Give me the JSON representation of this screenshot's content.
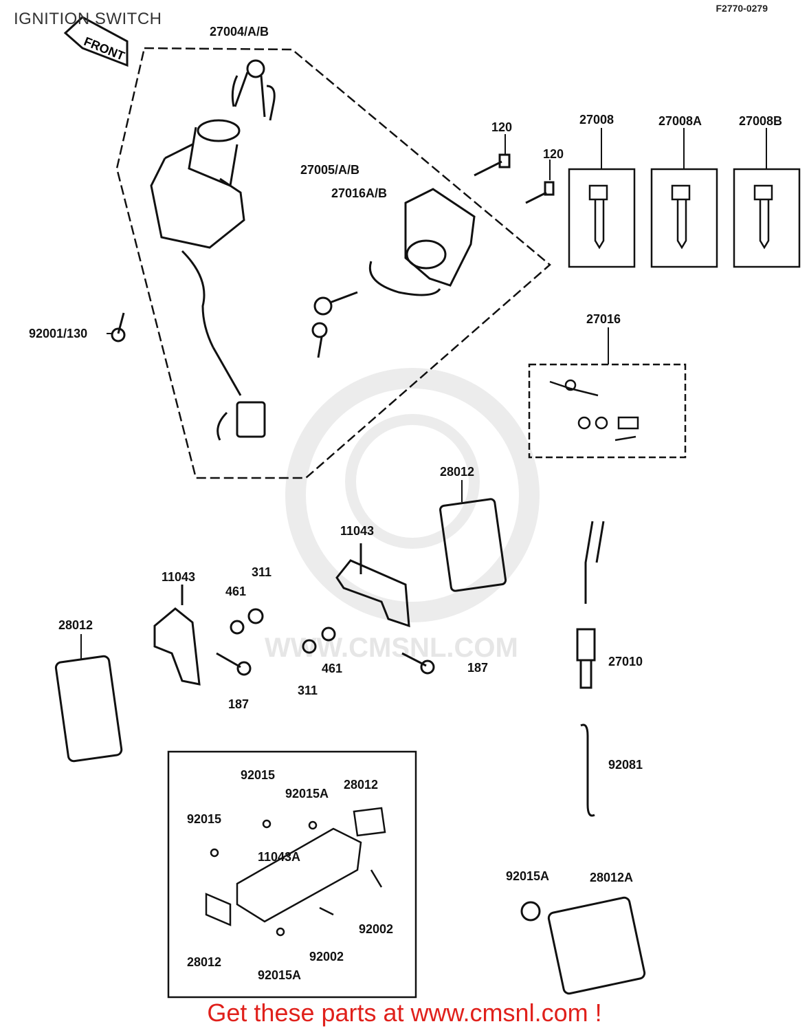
{
  "page": {
    "title": "IGNITION SWITCH",
    "figure_code": "F2770-0279",
    "front_label": "FRONT",
    "watermark": "WWW.CMSNL.COM",
    "footer": "Get these parts at www.cmsnl.com !"
  },
  "callouts": {
    "c27004": "27004/A/B",
    "c27005": "27005/A/B",
    "c27016ab": "27016A/B",
    "c92001": "92001/130",
    "c120a": "120",
    "c120b": "120",
    "c27008": "27008",
    "c27008a": "27008A",
    "c27008b": "27008B",
    "c27016": "27016",
    "c28012a": "28012",
    "c11043a": "11043",
    "c11043b": "11043",
    "c311a": "311",
    "c461a": "461",
    "c28012b": "28012",
    "c187a": "187",
    "c311b": "311",
    "c461b": "461",
    "c187b": "187",
    "c27010": "27010",
    "c92081": "92081",
    "c92015a": "92015",
    "c92015b": "92015A",
    "c28012c": "28012",
    "c92015c": "92015",
    "c11043c": "11043A",
    "c92002a": "92002",
    "c28012d": "28012",
    "c92002b": "92002",
    "c92015d": "92015A",
    "c92015e": "92015A",
    "c28012e": "28012A"
  }
}
